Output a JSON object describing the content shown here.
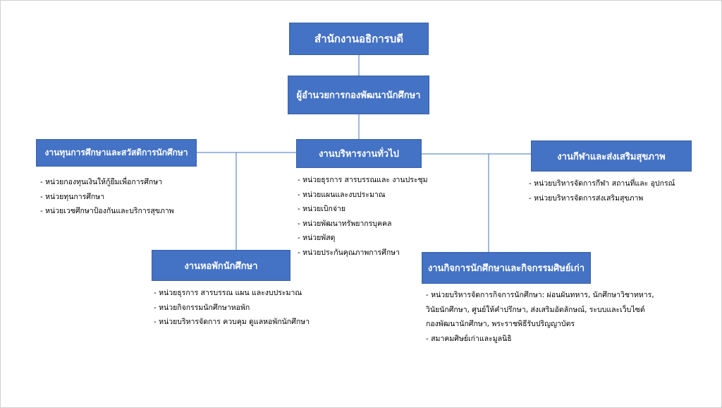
{
  "root": {
    "label": "สำนักงานอธิการบดี"
  },
  "director": {
    "label": "ผู้อำนวยการกองพัฒนานักศึกษา"
  },
  "sections": {
    "scholarship": {
      "label": "งานทุนการศึกษาและสวัสดิการนักศึกษา",
      "units": [
        "- หน่วยกองทุนเงินให้กู้ยืมเพื่อการศึกษา",
        "- หน่วยทุนการศึกษา",
        "- หน่วยเวชศึกษาป้องกันและบริการสุขภาพ"
      ]
    },
    "general": {
      "label": "งานบริหารงานทั่วไป",
      "units": [
        "- หน่วยธุรการ สารบรรณและ งานประชุม",
        "- หน่วยแผนและงบประมาณ",
        "- หน่วยเบิกจ่าย",
        "- หน่วยพัฒนาทรัพยากรบุคคล",
        "- หน่วยพัสดุ",
        "- หน่วยประกันคุณภาพการศึกษา"
      ]
    },
    "sports": {
      "label": "งานกีฬาและส่งเสริมสุขภาพ",
      "units": [
        "- หน่วยบริหารจัดการกีฬา สถานที่และ อุปกรณ์",
        "- หน่วยบริหารจัดการส่งเสริมสุขภาพ"
      ]
    },
    "dormitory": {
      "label": "งานหอพักนักศึกษา",
      "units": [
        "- หน่วยธุรการ สารบรรณ แผน และงบประมาณ",
        "- หน่วยกิจกรรมนักศึกษาหอพัก",
        "- หน่วยบริหารจัดการ ควบคุม ดูแลหอพักนักศึกษา"
      ]
    },
    "activities": {
      "label": "งานกิจการนักศึกษาและกิจกรรมศิษย์เก่า",
      "units": [
        "- หน่วยบริหารจัดการกิจการนักศึกษา: ผ่อนผันทหาร, นักศึกษาวิชาทหาร,",
        "วินัยนักศึกษา, ศูนย์ให้คำปรึกษา, ส่งเสริมอัตลักษณ์, ระบบและเว็บไซต์",
        "กองพัฒนานักศึกษา, พระราชพิธีรับปริญญาบัตร",
        "- สมาคมศิษย์เก่าและมูลนิธิ"
      ]
    }
  },
  "colors": {
    "box": "#4472c4",
    "line": "#4472c4"
  }
}
